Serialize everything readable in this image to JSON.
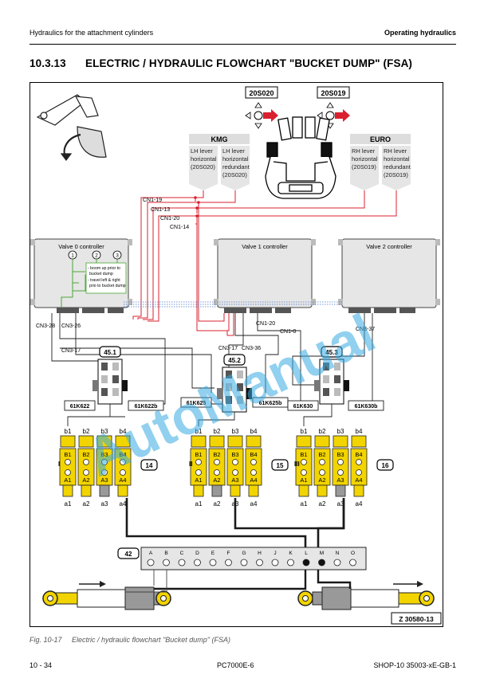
{
  "header": {
    "left": "Hydraulics for the attachment cylinders",
    "right": "Operating hydraulics"
  },
  "section": {
    "number": "10.3.13",
    "title": "ELECTRIC / HYDRAULIC FLOWCHART \"BUCKET DUMP\" (FSA)"
  },
  "figure": {
    "switches": {
      "left": "20S020",
      "right": "20S019"
    },
    "kmg": {
      "title": "KMG",
      "lever1": [
        "LH lever",
        "horizontal",
        "(20S020)"
      ],
      "lever2": [
        "LH lever",
        "horizontal",
        "redundant",
        "(20S020)"
      ]
    },
    "euro": {
      "title": "EURO",
      "lever1": [
        "RH lever",
        "horizontal",
        "(20S019)"
      ],
      "lever2": [
        "RH lever",
        "horizontal",
        "redundant",
        "(20S019)"
      ]
    },
    "cables": [
      "CN1-19",
      "CN1-13",
      "CN1-20",
      "CN1-14"
    ],
    "controllers": {
      "valve0": "Valve 0 controller",
      "valve1": "Valve 1 controller",
      "valve2": "Valve 2 controller"
    },
    "conditions": {
      "markers": [
        "1",
        "2",
        "3"
      ],
      "lines": [
        "- boom up prior to",
        "bucket dump",
        "- travel left & right",
        "prio to bucket dump"
      ]
    },
    "connectors": {
      "cn3_28": "CN3-28",
      "cn3_26": "CN3-26",
      "cn3_17": "CN3-17",
      "cn1_20": "CN1-20",
      "cn1_8": "CN1-8",
      "cn3_17b": "CN3-17",
      "cn3_36": "CN3-36",
      "cn3_37": "CN3-37"
    },
    "solenoid_blocks": [
      "45.1",
      "45.2",
      "45.3"
    ],
    "solenoids": {
      "a1": "61K622",
      "b1": "61K622b",
      "a2": "61K625",
      "b2": "61K625b",
      "a3": "61K630",
      "b3": "61K630b"
    },
    "valve_top_labels": [
      "b1",
      "b2",
      "b3",
      "b4"
    ],
    "valve_spool_top": [
      "B1",
      "B2",
      "B3",
      "B4"
    ],
    "valve_spool_bottom": [
      "A1",
      "A2",
      "A3",
      "A4"
    ],
    "valve_bottom_labels": [
      "a1",
      "a2",
      "a3",
      "a4"
    ],
    "valve_blocks": [
      {
        "number": "14",
        "roman": "I"
      },
      {
        "number": "15",
        "roman": "II"
      },
      {
        "number": "16",
        "roman": "III"
      }
    ],
    "distributor": {
      "number": "42",
      "ports": [
        "A",
        "B",
        "C",
        "D",
        "E",
        "F",
        "G",
        "H",
        "J",
        "K",
        "L",
        "M",
        "N",
        "O"
      ]
    },
    "drawing_number": "Z 30580-13",
    "watermark": "AutoManual"
  },
  "caption": "Fig. 10-17     Electric / hydraulic flowchart \"Bucket dump\" (FSA)",
  "footer": {
    "left": "10 - 34",
    "middle": "PC7000E-6",
    "right": "SHOP-10 35003-xE-GB-1"
  },
  "colors": {
    "valve_yellow": "#f2d400",
    "signal_red": "#d9202f",
    "pilot_green": "#49a635",
    "watermark": "#36a9e1"
  }
}
